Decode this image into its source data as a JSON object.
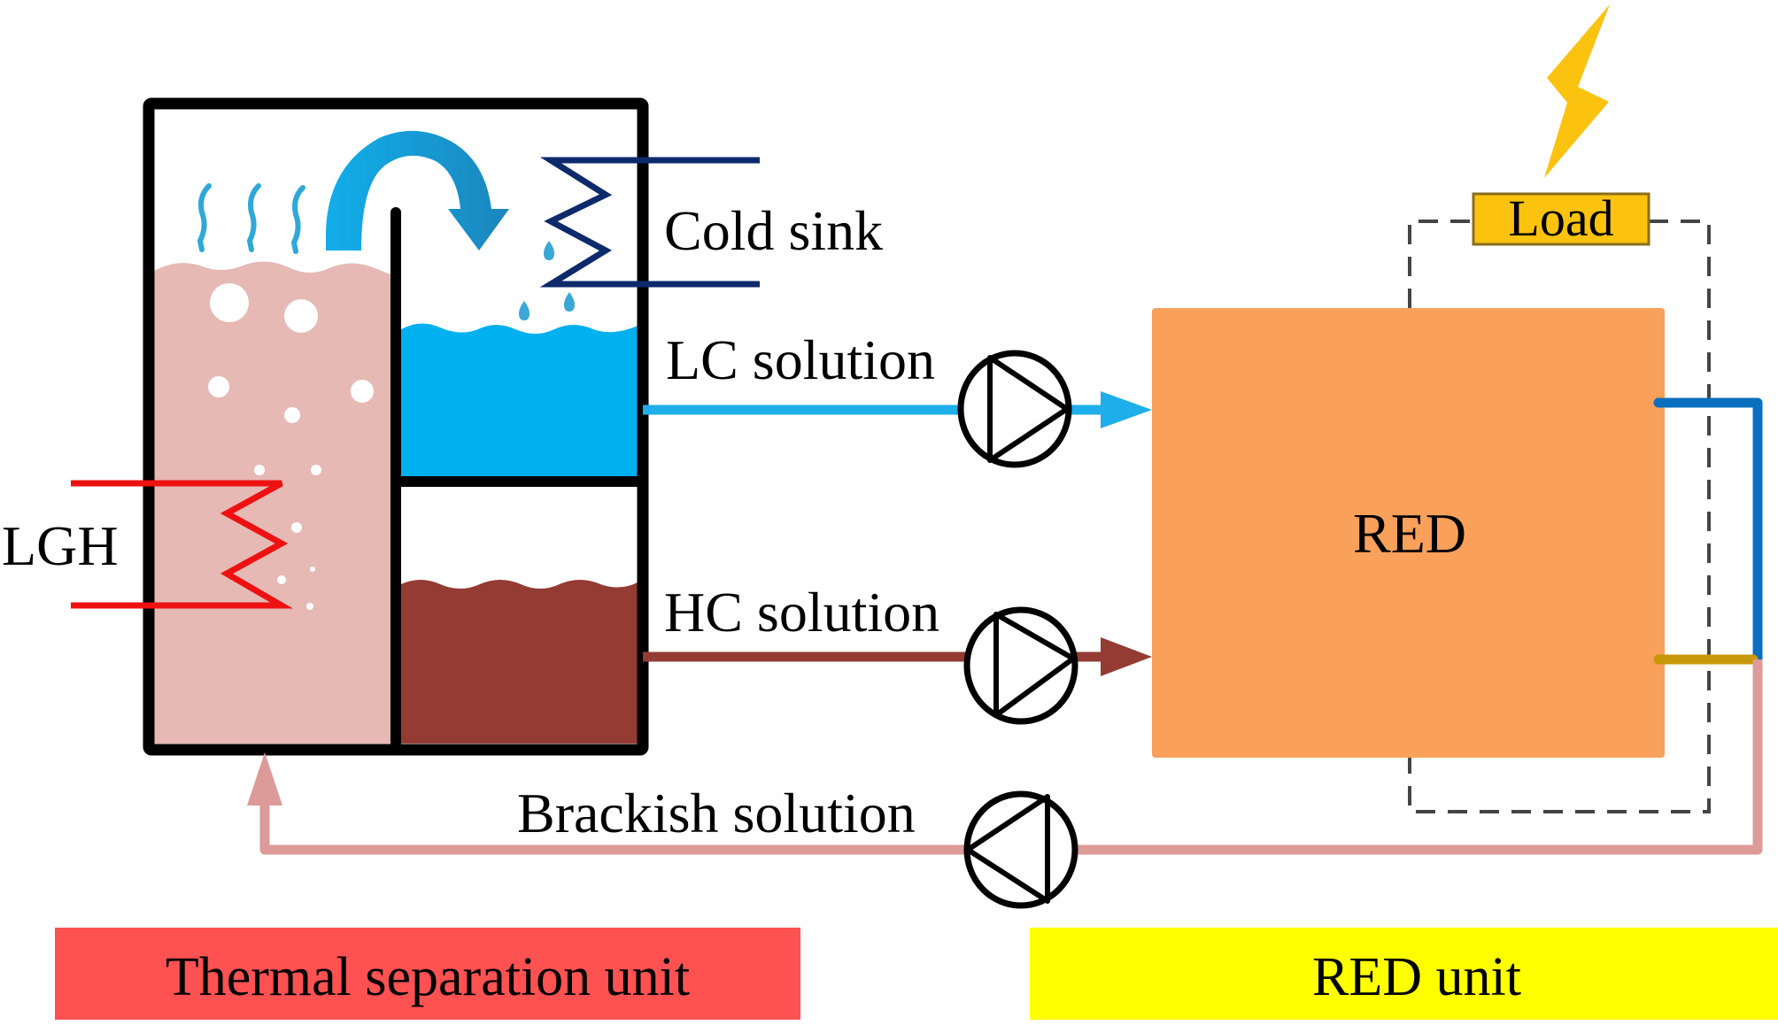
{
  "title": "Thermal separation + RED (reverse electrodialysis) system schematic",
  "labels": {
    "cold_sink": "Cold sink",
    "lc_solution": "LC solution",
    "hc_solution": "HC solution",
    "brackish_solution": "Brackish solution",
    "lgh": "LGH",
    "red": "RED",
    "load": "Load"
  },
  "units": {
    "thermal": "Thermal separation unit",
    "red": "RED unit"
  },
  "colors": {
    "tank_outline": "#000000",
    "feed_solution": "#e6b9b5",
    "lc_water": "#00b0ef",
    "hc_water": "#943b33",
    "steam": "#2fa8d8",
    "vapour_arrow": "#1a9ad6",
    "cold_coil": "#0d2a6b",
    "heat_coil": "#ee1111",
    "lc_line": "#1eaeea",
    "hc_line": "#943b33",
    "brackish_line": "#dc9a98",
    "red_stack": "#f9a05a",
    "electrode_top": "#0b6fbf",
    "electrode_bottom": "#c8980a",
    "load_fill": "#fcc30e",
    "lightning": "#fbc20f",
    "circuit_dash": "#444444",
    "thermal_unit_bg": "#fe5152",
    "red_unit_bg": "#ffff00"
  }
}
